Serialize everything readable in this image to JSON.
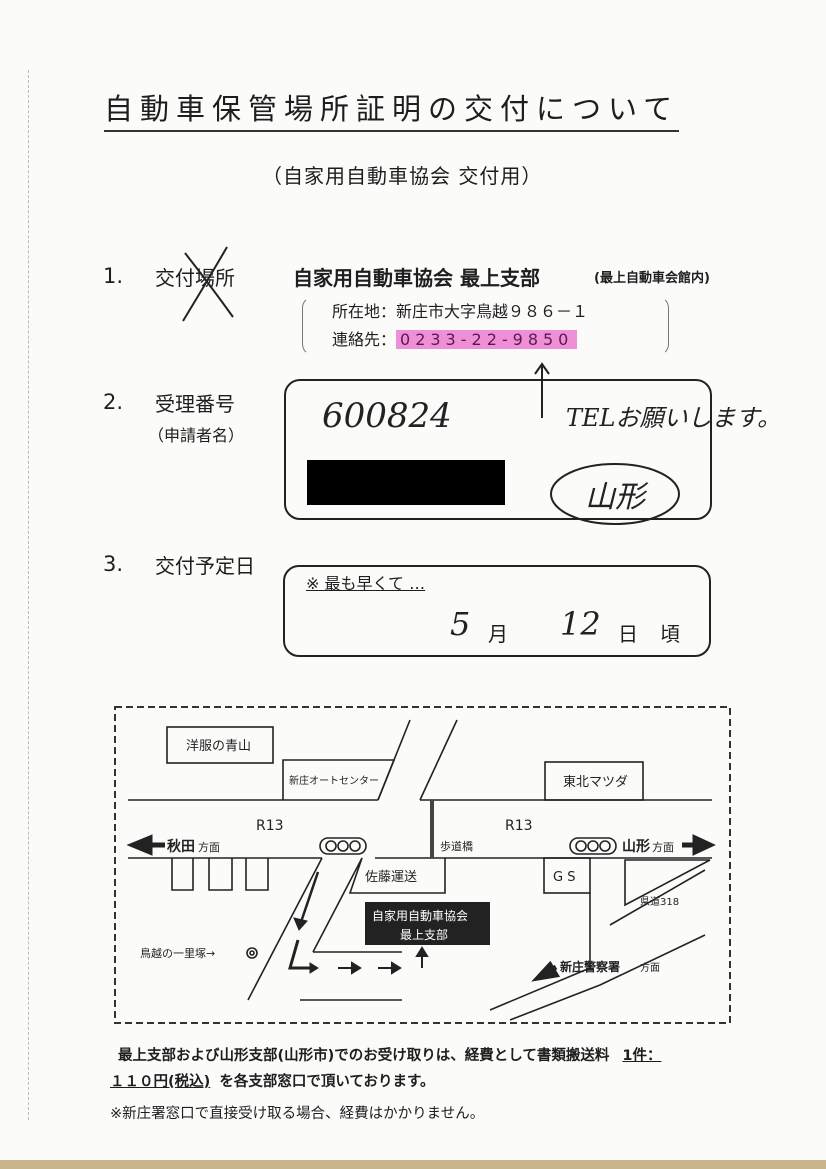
{
  "title": "自動車保管場所証明の交付について",
  "subtitle": "（自家用自動車協会 交付用）",
  "section1": {
    "number": "1.",
    "label": "交付場所",
    "office": "自家用自動車協会 最上支部",
    "office_note": "(最上自動車会館内)",
    "address_label": "所在地：",
    "address": "新庄市大字鳥越９８６－１",
    "contact_label": "連絡先：",
    "phone": "0233-22-9850",
    "highlight_color": "#ee8fd8"
  },
  "section2": {
    "number": "2.",
    "label": "受理番号",
    "sublabel": "（申請者名）",
    "receipt_number": "600824",
    "handwritten_note": "TELお願いします。",
    "circled_note": "山形"
  },
  "section3": {
    "number": "3.",
    "label": "交付予定日",
    "note": "※ 最も早くて …",
    "month": "5",
    "month_unit": "月",
    "day": "12",
    "day_unit": "日",
    "suffix": "頃"
  },
  "map": {
    "landmarks": {
      "aoyama": "洋服の青山",
      "auto_center": "新庄オートセンター",
      "mazda": "東北マツダ",
      "sato": "佐藤運送",
      "gs": "G S",
      "kendo": "県道318",
      "destination_line1": "自家用自動車協会",
      "destination_line2": "最上支部",
      "ichirizuka": "鳥越の一里塚→",
      "hodokyo": "歩道橋"
    },
    "road_left": "R13",
    "road_right": "R13",
    "dir_akita": "秋田",
    "dir_yamagata": "山形",
    "dir_police": "新庄警察署",
    "dir_suffix": "方面"
  },
  "footer": {
    "line1": "最上支部および山形支部(山形市)でのお受け取りは、経費として書類搬送料",
    "fee_part1": "1件：",
    "fee_part2": "１１０円(税込)",
    "line2_rest": "を各支部窓口で頂いております。",
    "note": "※新庄署窓口で直接受け取る場合、経費はかかりません。"
  }
}
